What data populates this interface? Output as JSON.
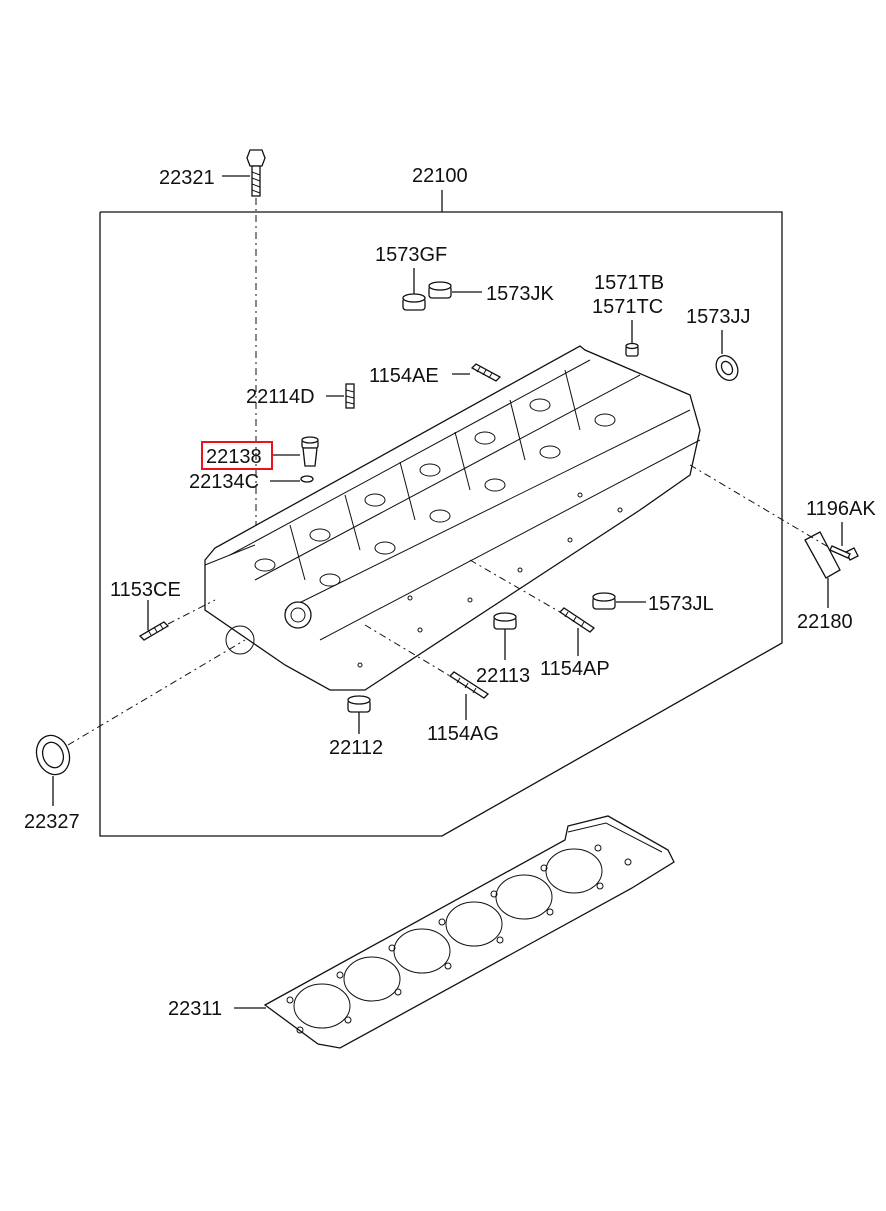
{
  "diagram": {
    "highlight_color": "#e8141c",
    "highlighted_part": "22138",
    "labels": {
      "p22321": "22321",
      "p22100": "22100",
      "p1573GF": "1573GF",
      "p1573JK": "1573JK",
      "p1571TB": "1571TB",
      "p1571TC": "1571TC",
      "p1573JJ": "1573JJ",
      "p1154AE": "1154AE",
      "p22114D": "22114D",
      "p22138": "22138",
      "p22134C": "22134C",
      "p1196AK": "1196AK",
      "p22180": "22180",
      "p1153CE": "1153CE",
      "p1573JL": "1573JL",
      "p22113": "22113",
      "p1154AP": "1154AP",
      "p22112": "22112",
      "p1154AG": "1154AG",
      "p22327": "22327",
      "p22311": "22311"
    }
  }
}
